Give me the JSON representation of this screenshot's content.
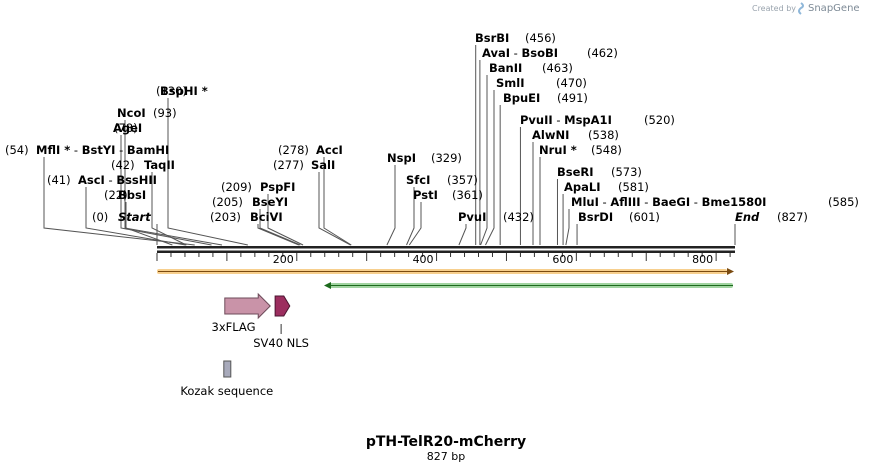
{
  "credit": {
    "prefix": "Created by",
    "brand": "SnapGene"
  },
  "map": {
    "title": "pTH-TelR20-mCherry",
    "length_label": "827 bp",
    "length_bp": 827
  },
  "ruler": {
    "ticks": [
      200,
      400,
      600,
      800
    ]
  },
  "sites": [
    {
      "pos": "(0)",
      "names": [
        "Start"
      ],
      "bp": 0,
      "style": "italic"
    },
    {
      "pos": "(22)",
      "names": [
        "BbsI"
      ],
      "bp": 22
    },
    {
      "pos": "(41)",
      "names": [
        "AscI",
        "BssHII"
      ],
      "bp": 41
    },
    {
      "pos": "(42)",
      "names": [
        "TaqII"
      ],
      "bp": 42
    },
    {
      "pos": "(54)",
      "names": [
        "MflI *",
        "BstYI",
        "BamHI"
      ],
      "bp": 54
    },
    {
      "pos": "(78)",
      "names": [
        "AgeI"
      ],
      "bp": 78
    },
    {
      "pos": "(93)",
      "names": [
        "NcoI"
      ],
      "bp": 93
    },
    {
      "pos": "(130)",
      "names": [
        "BspHI *"
      ],
      "bp": 130
    },
    {
      "pos": "(203)",
      "names": [
        "BciVI"
      ],
      "bp": 203
    },
    {
      "pos": "(205)",
      "names": [
        "BseYI"
      ],
      "bp": 205
    },
    {
      "pos": "(209)",
      "names": [
        "PspFI"
      ],
      "bp": 209
    },
    {
      "pos": "(277)",
      "names": [
        "SalI"
      ],
      "bp": 277
    },
    {
      "pos": "(278)",
      "names": [
        "AccI"
      ],
      "bp": 278
    },
    {
      "pos": "(329)",
      "names": [
        "NspI"
      ],
      "bp": 329
    },
    {
      "pos": "(357)",
      "names": [
        "SfcI"
      ],
      "bp": 357
    },
    {
      "pos": "(361)",
      "names": [
        "PstI"
      ],
      "bp": 361
    },
    {
      "pos": "(432)",
      "names": [
        "PvuI"
      ],
      "bp": 432
    },
    {
      "pos": "(456)",
      "names": [
        "BsrBI"
      ],
      "bp": 456
    },
    {
      "pos": "(462)",
      "names": [
        "AvaI",
        "BsoBI"
      ],
      "bp": 462
    },
    {
      "pos": "(463)",
      "names": [
        "BanII"
      ],
      "bp": 463
    },
    {
      "pos": "(470)",
      "names": [
        "SmlI"
      ],
      "bp": 470
    },
    {
      "pos": "(491)",
      "names": [
        "BpuEI"
      ],
      "bp": 491
    },
    {
      "pos": "(520)",
      "names": [
        "PvuII",
        "MspA1I"
      ],
      "bp": 520
    },
    {
      "pos": "(538)",
      "names": [
        "AlwNI"
      ],
      "bp": 538
    },
    {
      "pos": "(548)",
      "names": [
        "NruI *"
      ],
      "bp": 548
    },
    {
      "pos": "(573)",
      "names": [
        "BseRI"
      ],
      "bp": 573
    },
    {
      "pos": "(581)",
      "names": [
        "ApaLI"
      ],
      "bp": 581
    },
    {
      "pos": "(585)",
      "names": [
        "MluI",
        "AflIII",
        "BaeGI",
        "Bme1580I"
      ],
      "bp": 585
    },
    {
      "pos": "(601)",
      "names": [
        "BsrDI"
      ],
      "bp": 601
    },
    {
      "pos": "(827)",
      "names": [
        "End"
      ],
      "bp": 827,
      "style": "italic"
    }
  ],
  "features": [
    {
      "name": "3xFLAG",
      "color": "#c993a8",
      "start": 97,
      "end": 162
    },
    {
      "name": "SV40 NLS",
      "color": "#9c2e5f",
      "start": 169,
      "end": 190
    },
    {
      "name": "Kozak sequence",
      "color": "#a8aabb",
      "start": 87,
      "end": 97
    }
  ],
  "orfs": [
    {
      "color": "#f0a830",
      "direction": "forward"
    },
    {
      "color": "#2ea02e",
      "direction": "reverse"
    }
  ]
}
